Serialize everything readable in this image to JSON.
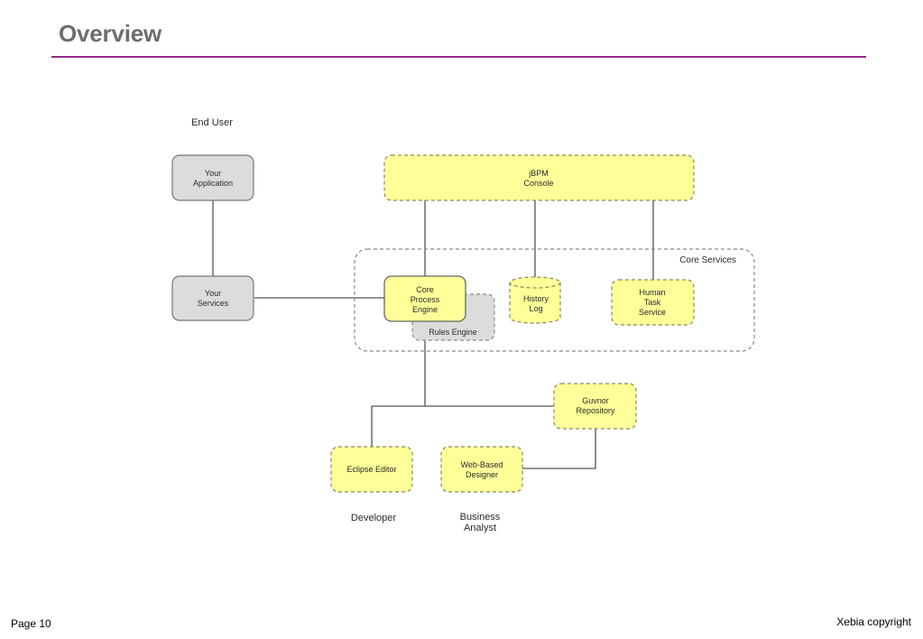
{
  "slide": {
    "title": "Overview",
    "page_label": "Page 10",
    "copyright": "Xebia copyright"
  },
  "diagram": {
    "roles": {
      "end_user": "End User",
      "developer": "Developer",
      "business_analyst": [
        "Business",
        "Analyst"
      ]
    },
    "core_services_label": "Core Services",
    "nodes": {
      "your_application": [
        "Your",
        "Application"
      ],
      "your_services": [
        "Your",
        "Services"
      ],
      "jbpm_console": [
        "jBPM",
        "Console"
      ],
      "core_process_engine": [
        "Core",
        "Process",
        "Engine"
      ],
      "rules_engine": "Rules Engine",
      "history_log": [
        "History",
        "Log"
      ],
      "human_task_service": [
        "Human",
        "Task",
        "Service"
      ],
      "guvnor_repository": [
        "Guvnor",
        "Repository"
      ],
      "eclipse_editor": "Eclipse Editor",
      "web_based_designer": [
        "Web-Based",
        "Designer"
      ]
    }
  },
  "colors": {
    "accent_rule": "#8e2a8c",
    "yellow_fill": "#ffff99",
    "gray_fill": "#dcdcdc",
    "line": "#555555"
  }
}
